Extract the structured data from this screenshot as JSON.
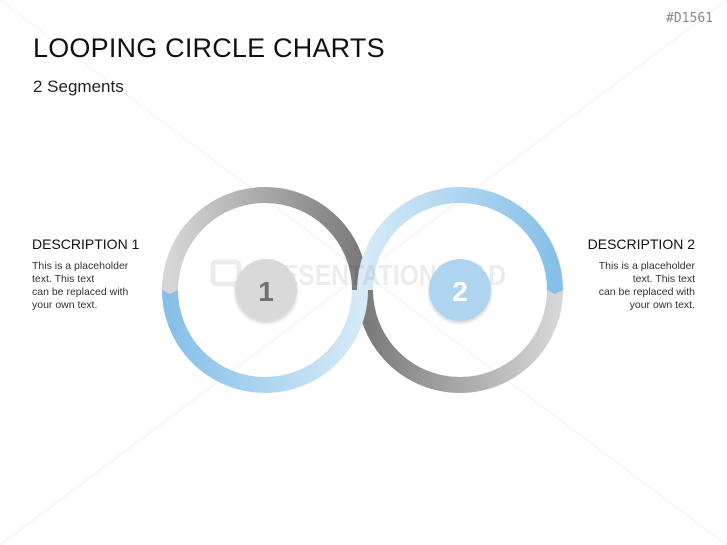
{
  "slide": {
    "id_label": "#D1561",
    "title": "LOOPING CIRCLE CHARTS",
    "subtitle": "2 Segments"
  },
  "watermark": {
    "text": "PRESENTATIONLOAD"
  },
  "segments": [
    {
      "number": "1",
      "title": "DESCRIPTION 1",
      "body": "This is a placeholder\ntext. This text\ncan be replaced with\nyour own text.",
      "badge_color": "#d9d9d9",
      "number_color": "#707070"
    },
    {
      "number": "2",
      "title": "DESCRIPTION 2",
      "body": "This is a placeholder\ntext. This text\ncan be replaced with\nyour own text.",
      "badge_color": "#aed4ef",
      "number_color": "#ffffff"
    }
  ],
  "colors": {
    "gray_light": "#d6d6d6",
    "gray_dark": "#7a7a7a",
    "blue_strong": "#86c0e8",
    "blue_light": "#d3e8f7"
  }
}
